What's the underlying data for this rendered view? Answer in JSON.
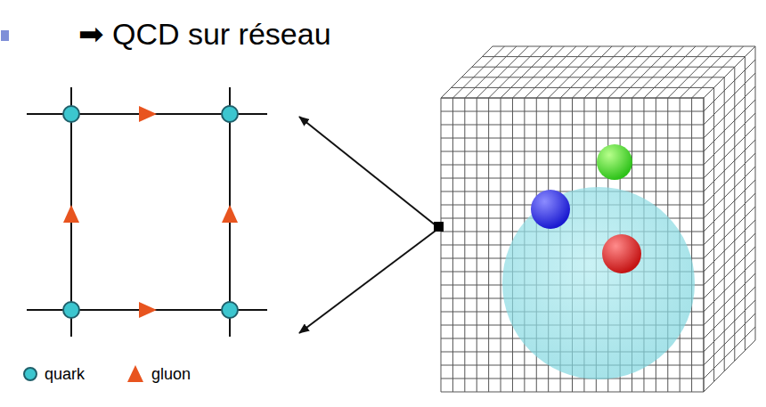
{
  "diagram": {
    "title": "➡ QCD sur réseau",
    "legend": [
      {
        "text": "quark"
      },
      {
        "text": "gluon"
      }
    ]
  }
}
